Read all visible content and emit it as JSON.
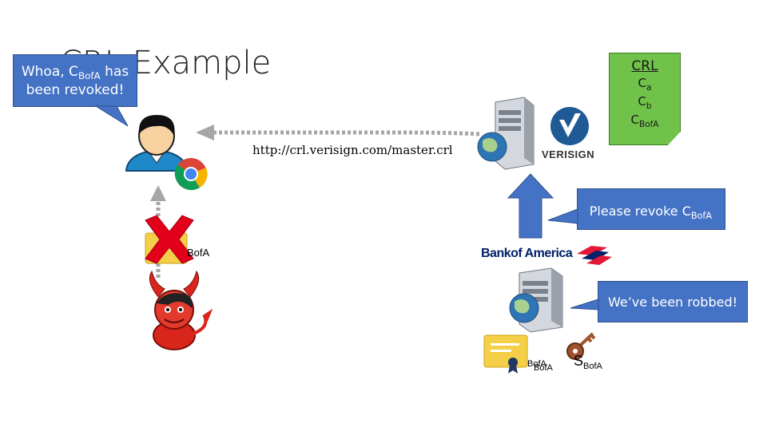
{
  "slide": {
    "title": "CRL Example"
  },
  "callouts": {
    "whoa_prefix": "Whoa, C",
    "whoa_sub": "BofA",
    "whoa_suffix": " has",
    "whoa_line2": "been revoked!",
    "please_prefix": "Please revoke C",
    "please_sub": "BofA",
    "robbed": "We’ve been robbed!"
  },
  "crl_note": {
    "heading": "CRL",
    "item1_main": "C",
    "item1_sub": "a",
    "item2_main": "C",
    "item2_sub": "b",
    "item3_main": "C",
    "item3_sub": "BofA"
  },
  "links": {
    "crl_url": "http://crl.verisign.com/master.crl"
  },
  "labels": {
    "cert_owner": "BofA",
    "verisign": "VERISIGN",
    "bank_word1": "Bank",
    "bank_word2": "of America",
    "cert_sub": "BofA",
    "cert_under": "BofA",
    "key_symbol": "S",
    "key_sub": "BofA"
  },
  "colors": {
    "callout_blue": "#4472C4",
    "note_green": "#70C24A",
    "arrow_gray": "#A6A6A6",
    "arrow_blue": "#4472C4",
    "x_red": "#E2001A",
    "bank_blue": "#012169",
    "bank_red": "#E31837"
  },
  "icons": [
    "user-icon",
    "chrome-icon",
    "server-icon",
    "verisign-logo-icon",
    "bank-of-america-logo",
    "devil-icon",
    "certificate-icon",
    "key-icon",
    "red-x-icon"
  ]
}
